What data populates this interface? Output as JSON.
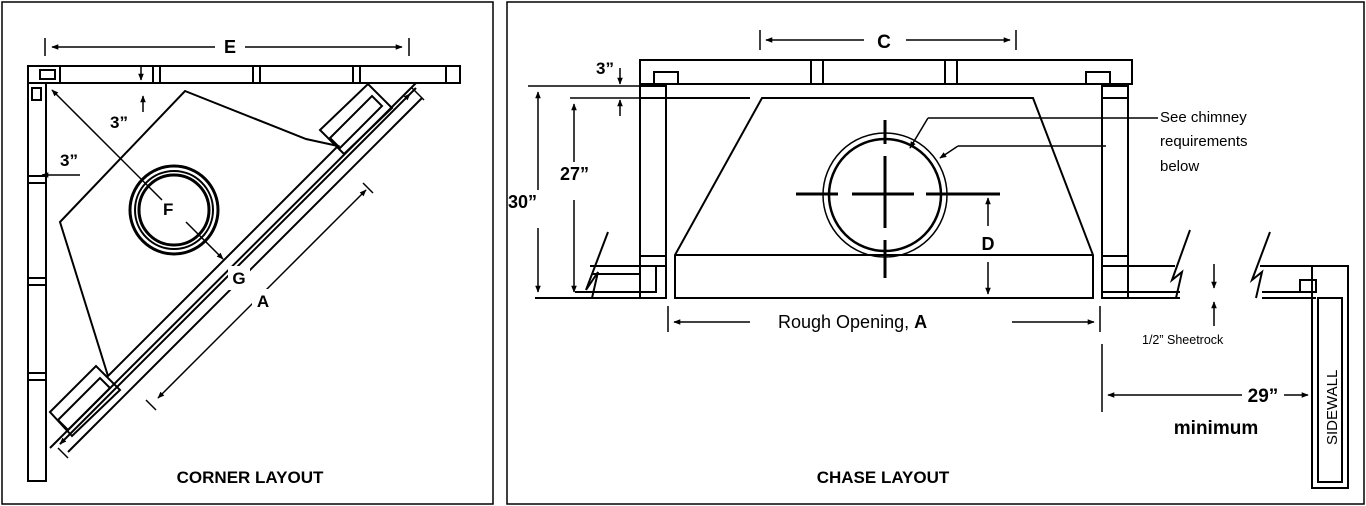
{
  "corner": {
    "title": "CORNER LAYOUT",
    "dim_e": "E",
    "dim_3_top": "3”",
    "dim_3_side": "3”",
    "dim_f": "F",
    "dim_g": "G",
    "dim_a": "A"
  },
  "chase": {
    "title": "CHASE LAYOUT",
    "dim_c": "C",
    "dim_3": "3”",
    "dim_30": "30”",
    "dim_27": "27”",
    "dim_d": "D",
    "rough_opening_prefix": "Rough Opening, ",
    "rough_opening_letter": "A",
    "chimney_note": [
      "See chimney",
      "requirements",
      "below"
    ],
    "sheetrock": "1/2” Sheetrock",
    "dim_29": "29”",
    "minimum": "minimum",
    "sidewall": "SIDEWALL"
  }
}
